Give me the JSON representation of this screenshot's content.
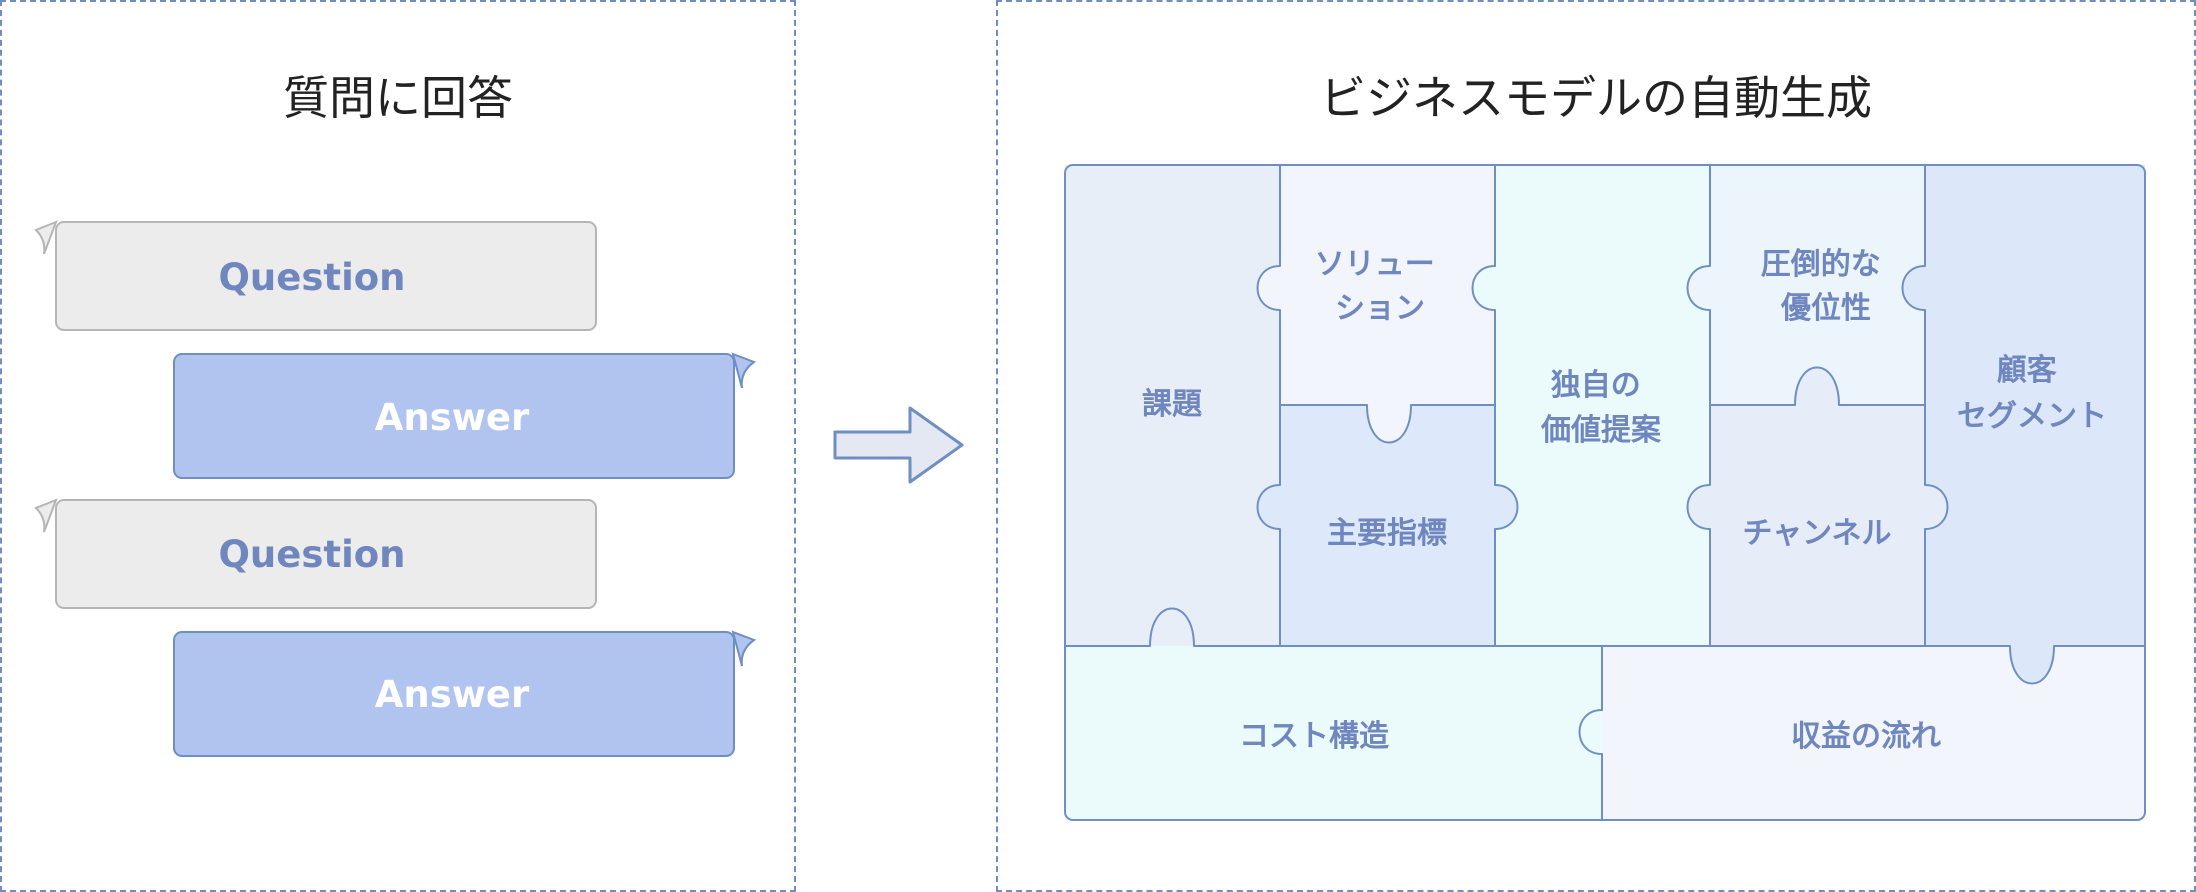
{
  "left": {
    "title": "質問に回答",
    "bubbles": [
      {
        "type": "question",
        "label": "Question"
      },
      {
        "type": "answer",
        "label": "Answer"
      },
      {
        "type": "question",
        "label": "Question"
      },
      {
        "type": "answer",
        "label": "Answer"
      }
    ]
  },
  "right": {
    "title": "ビジネスモデルの自動生成",
    "blocks": {
      "problem": {
        "lines": [
          "課題"
        ]
      },
      "solution": {
        "lines": [
          "ソリュー",
          "ション"
        ]
      },
      "key_metrics": {
        "lines": [
          "主要指標"
        ]
      },
      "uvp": {
        "lines": [
          "独自の",
          "価値提案"
        ]
      },
      "advantage": {
        "lines": [
          "圧倒的な",
          "優位性"
        ]
      },
      "channels": {
        "lines": [
          "チャンネル"
        ]
      },
      "segments": {
        "lines": [
          "顧客",
          "セグメント"
        ]
      },
      "cost": {
        "lines": [
          "コスト構造"
        ]
      },
      "revenue": {
        "lines": [
          "収益の流れ"
        ]
      }
    }
  },
  "colors": {
    "border": "#6f8fc2",
    "question_fill": "#ececec",
    "answer_fill": "#b0c4ef",
    "block_text": "#6f86bf"
  }
}
